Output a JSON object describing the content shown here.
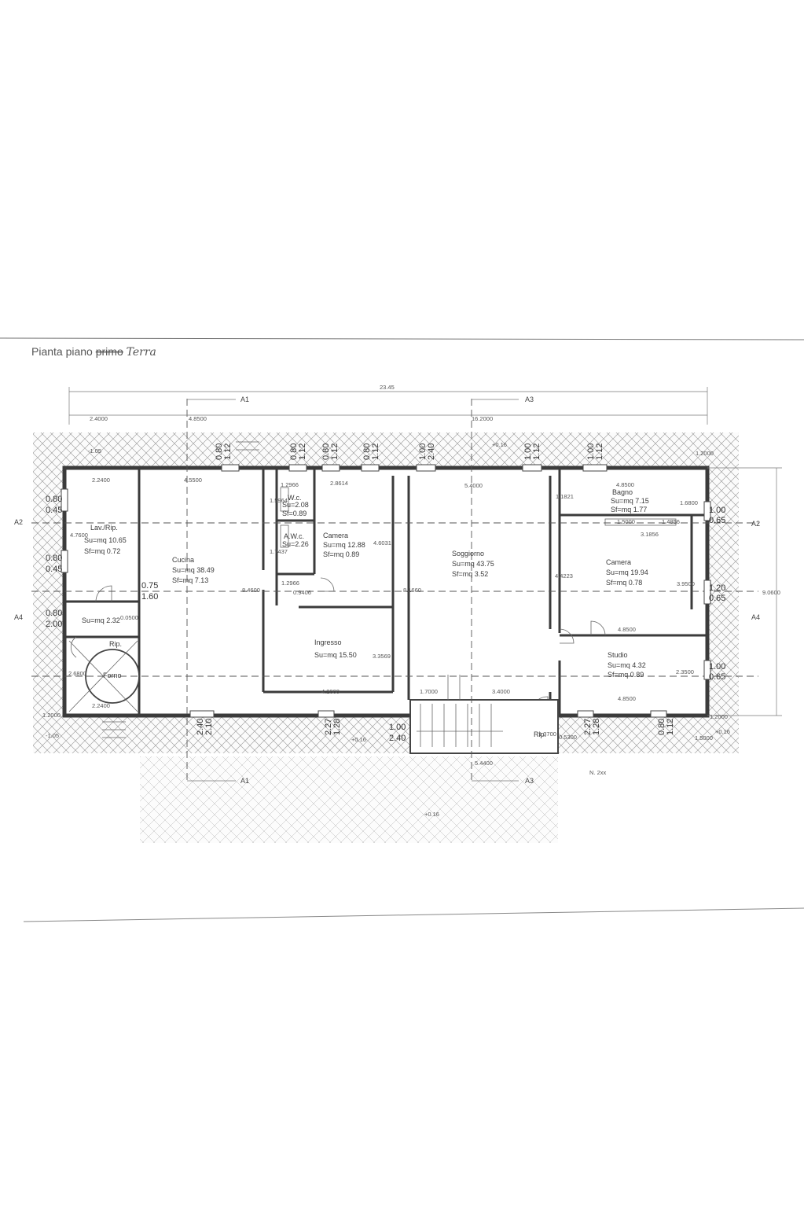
{
  "title": "Pianta piano",
  "title_struck": "primo",
  "title_hand": "Terra",
  "overall_dim": "23.45",
  "sections": {
    "a1": "A1",
    "a2": "A2",
    "a3": "A3",
    "a4": "A4"
  },
  "levels": {
    "outside_left": "-1.05",
    "outside_left_bottom": "-1.05",
    "terrace_top": "+0.16",
    "ingresso_bottom": "+0.16",
    "right_bottom": "+0.16",
    "yard": "+0.16"
  },
  "top_dims": {
    "left": "2.4000",
    "mid_left": "4.8500",
    "right": "16.2000",
    "right_edge": "1.2000"
  },
  "right_dim": "9.0600",
  "left_dims": {
    "top": "1.2000"
  },
  "rooms": {
    "lavanderia": {
      "name": "Lav./Rip.",
      "su": "Su=mq 10.65",
      "sf": "Sf=mq 0.72",
      "w": "2.2400",
      "h": "4.7600"
    },
    "rip_small": {
      "su": "Su=mq 2.32",
      "dim": "0.0500"
    },
    "rip_forno": {
      "name": "Rip."
    },
    "forno": {
      "name": "Forno",
      "d": "2.6800",
      "w": "2.2400"
    },
    "cucina": {
      "name": "Cucina",
      "su": "Su=mq 38.49",
      "sf": "Sf=mq 7.13",
      "w": "4.5500",
      "h": "8.4600"
    },
    "wc": {
      "name": "W.c.",
      "su": "Su=2.08",
      "sf": "Sf=0.89",
      "w": "1.2966",
      "h": "1.5964"
    },
    "awc": {
      "name": "A.W.c.",
      "su": "Su=2.26",
      "h": "1.7437",
      "w": "1.2966"
    },
    "camera1": {
      "name": "Camera",
      "su": "Su=mq 12.88",
      "sf": "Sf=mq 0.89",
      "w": "2.8614",
      "h": "4.6031"
    },
    "ingresso": {
      "name": "Ingresso",
      "su": "Su=mq 15.50",
      "h": "3.3569",
      "w": "4.2000",
      "door": "0.9406"
    },
    "soggiorno": {
      "name": "Soggiorno",
      "su": "Su=mq 43.75",
      "sf": "Sf=mq 3.52",
      "w": "5.4000",
      "h": "8.1660",
      "w1": "1.7000",
      "w2": "3.4000"
    },
    "bagno": {
      "name": "Bagno",
      "su": "Su=mq 7.15",
      "sf": "Sf=mq 1.77",
      "w": "4.8500",
      "h1": "1.1821",
      "h2": "1.6800",
      "d1": "1.5000",
      "d2": "1.4856",
      "d3": "3.1856"
    },
    "camera2": {
      "name": "Camera",
      "su": "Su=mq 19.94",
      "sf": "Sf=mq 0.78",
      "h": "4.4223",
      "h2": "3.9500",
      "w": "4.8500"
    },
    "studio": {
      "name": "Studio",
      "su": "Su=mq 4.32",
      "sf": "Sf=mq 0.89",
      "h": "2.3500",
      "w": "4.8500"
    },
    "rip_stairs": {
      "name": "Rip.",
      "d1": "1.3700",
      "d2": "0.5300",
      "w": "5.4400"
    }
  },
  "windows": {
    "w_cucina_top": [
      "0.80",
      "1.12"
    ],
    "w_wc_top": [
      "0.80",
      "1.12"
    ],
    "w_cam_top1": [
      "0.80",
      "1.12"
    ],
    "w_cam_top2": [
      "0.80",
      "1.12"
    ],
    "w_sogg_top": [
      "1.00",
      "2.40"
    ],
    "w_sogg_top2": [
      "1.00",
      "1.12"
    ],
    "w_bagno_top": [
      "1.00",
      "1.12"
    ],
    "w_lav_1": [
      "0.80",
      "0.45"
    ],
    "w_lav_2": [
      "0.80",
      "0.45"
    ],
    "w_lav_door": [
      "0.75",
      "1.60"
    ],
    "w_rip_door": [
      "0.80",
      "2.00"
    ],
    "w_bagno_r": [
      "1.00",
      "0.65"
    ],
    "w_cam_r": [
      "1.20",
      "0.65"
    ],
    "w_studio_r": [
      "1.00",
      "0.65"
    ],
    "w_cucina_bot": [
      "2.40",
      "2.10"
    ],
    "w_ingr_bot": [
      "1.28",
      "2.27"
    ],
    "w_sogg_bot": [
      "1.00",
      "2.40"
    ],
    "w_studio_bot": [
      "1.28",
      "2.27"
    ],
    "w_studio_bot2": [
      "0.80",
      "1.12"
    ]
  },
  "right_edge_bottom": "1.2000",
  "right_edge_bottom2": "1.5000",
  "scribble": "N. 2xx"
}
